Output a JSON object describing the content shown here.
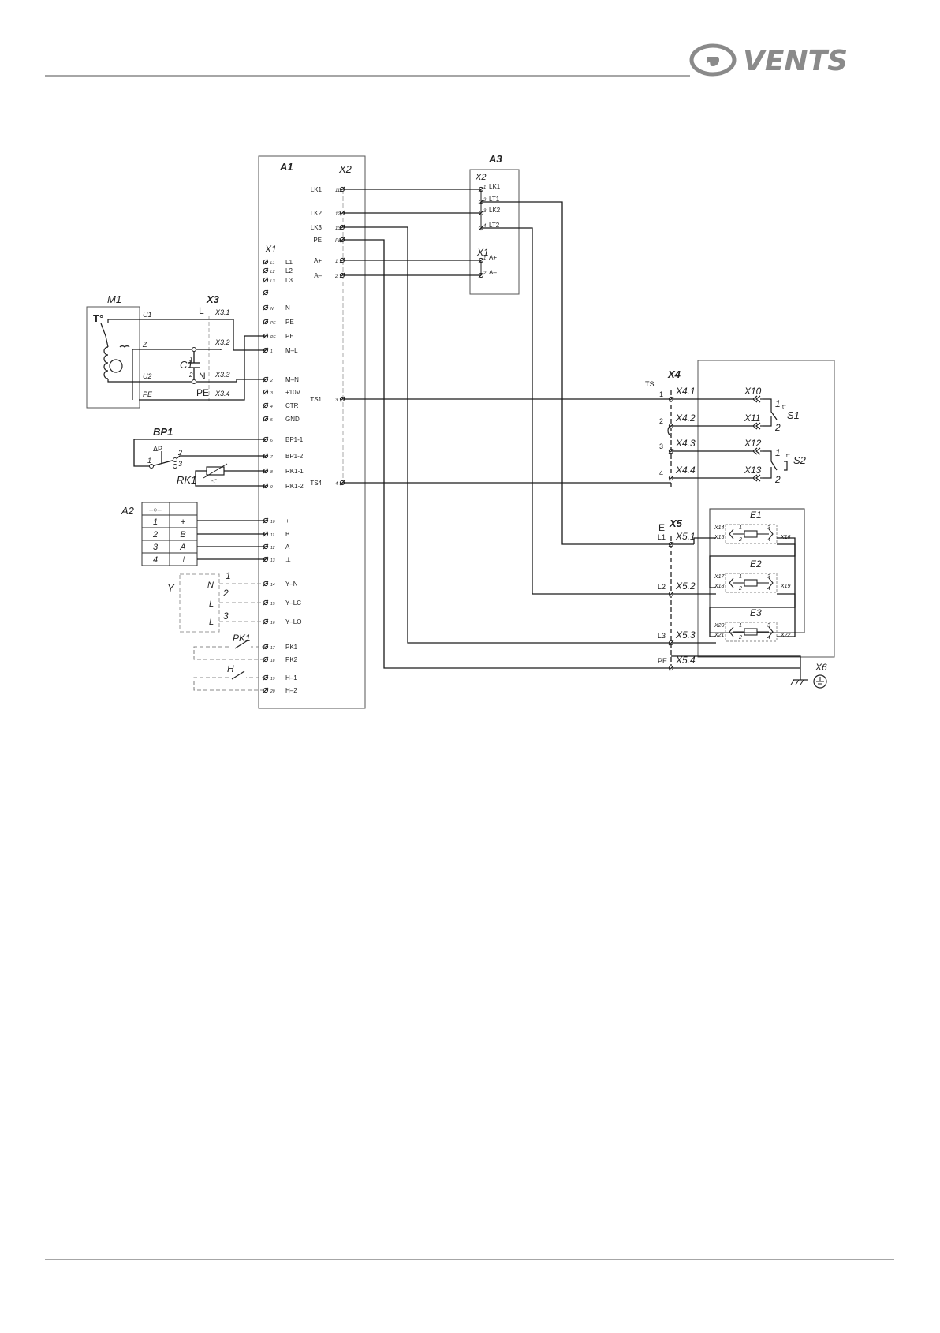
{
  "brand": "VENTS",
  "blocks": {
    "a1": "A1",
    "a1_x2": "X2",
    "a1_x1": "X1",
    "a3": "A3",
    "a3_x2": "X2",
    "a3_x1": "X1",
    "m1": "M1",
    "x3": "X3",
    "bp1": "BP1",
    "rk1": "RK1",
    "a2": "A2",
    "y": "Y",
    "pk1": "PK1",
    "h": "H",
    "x4": "X4",
    "x5": "X5",
    "x6": "X6",
    "c1": "C1",
    "s1": "S1",
    "s2": "S2",
    "e1": "E1",
    "e2": "E2",
    "e3": "E3"
  },
  "a1_x2_terminals": [
    {
      "label": "LK1",
      "pin": "11"
    },
    {
      "label": "LK2",
      "pin": "12"
    },
    {
      "label": "LK3",
      "pin": "13"
    },
    {
      "label": "PE",
      "pin": "PE"
    },
    {
      "label": "A+",
      "pin": "1"
    },
    {
      "label": "A–",
      "pin": "2"
    },
    {
      "label": "TS1",
      "pin": "3"
    },
    {
      "label": "TS4",
      "pin": "4"
    }
  ],
  "a1_x1_terminals": [
    {
      "pin": "L1",
      "label": "L1"
    },
    {
      "pin": "L2",
      "label": "L2"
    },
    {
      "pin": "L3",
      "label": "L3"
    },
    {
      "pin": "",
      "label": ""
    },
    {
      "pin": "N",
      "label": "N"
    },
    {
      "pin": "PE",
      "label": "PE"
    },
    {
      "pin": "PE",
      "label": "PE"
    },
    {
      "pin": "1",
      "label": "M–L"
    },
    {
      "pin": "2",
      "label": "M–N"
    },
    {
      "pin": "3",
      "label": "+10V"
    },
    {
      "pin": "4",
      "label": "CTR"
    },
    {
      "pin": "5",
      "label": "GND"
    },
    {
      "pin": "6",
      "label": "BP1-1"
    },
    {
      "pin": "7",
      "label": "BP1-2"
    },
    {
      "pin": "8",
      "label": "RK1-1"
    },
    {
      "pin": "9",
      "label": "RK1-2"
    },
    {
      "pin": "10",
      "label": "+"
    },
    {
      "pin": "11",
      "label": "B"
    },
    {
      "pin": "12",
      "label": "A"
    },
    {
      "pin": "13",
      "label": "⊥"
    },
    {
      "pin": "14",
      "label": "Y–N"
    },
    {
      "pin": "15",
      "label": "Y–LC"
    },
    {
      "pin": "16",
      "label": "Y–LO"
    },
    {
      "pin": "17",
      "label": "PK1"
    },
    {
      "pin": "18",
      "label": "PK2"
    },
    {
      "pin": "19",
      "label": "H–1"
    },
    {
      "pin": "20",
      "label": "H–2"
    }
  ],
  "a3_terminals": [
    {
      "pin": "1",
      "label": "LK1"
    },
    {
      "pin": "2",
      "label": "LT1"
    },
    {
      "pin": "3",
      "label": "LK2"
    },
    {
      "pin": "4",
      "label": "LT2"
    },
    {
      "pin": "1",
      "label": "A+"
    },
    {
      "pin": "2",
      "label": "A–"
    }
  ],
  "m1": {
    "t": "T°",
    "u1": "U1",
    "z": "Z",
    "u2": "U2",
    "pe": "PE"
  },
  "x3": {
    "l": "L",
    "n": "N",
    "pe": "PE",
    "x31": "X3.1",
    "x32": "X3.2",
    "x33": "X3.3",
    "x34": "X3.4"
  },
  "c1": {
    "p1": "1",
    "p2": "2"
  },
  "bp1": {
    "dp": "ΔP",
    "p1": "1",
    "p2": "2",
    "p3": "3"
  },
  "rk1": {
    "t": "-t°"
  },
  "a2_table": [
    [
      "–○–",
      ""
    ],
    [
      "1",
      "+"
    ],
    [
      "2",
      "B"
    ],
    [
      "3",
      "A"
    ],
    [
      "4",
      "⊥"
    ]
  ],
  "y": {
    "n": "N",
    "l1": "L",
    "l2": "L",
    "w1": "1",
    "w2": "2",
    "w3": "3"
  },
  "x4": {
    "ts": "TS",
    "rows": [
      "1",
      "2",
      "3",
      "4"
    ],
    "terms": [
      "X4.1",
      "X4.2",
      "X4.3",
      "X4.4"
    ]
  },
  "x5": {
    "e": "E",
    "rows": [
      "L1",
      "L2",
      "L3",
      "PE"
    ],
    "terms": [
      "X5.1",
      "X5.2",
      "X5.3",
      "X5.4"
    ]
  },
  "connectors": [
    "X10",
    "X11",
    "X12",
    "X13"
  ],
  "s1": {
    "p1": "1",
    "p2": "2",
    "t": "t°"
  },
  "s2": {
    "p1": "1",
    "p2": "2",
    "t": "t°"
  },
  "heaters": [
    {
      "in1": "X14",
      "in2": "X15",
      "out": "X16"
    },
    {
      "in1": "X17",
      "in2": "X18",
      "out": "X19"
    },
    {
      "in1": "X20",
      "in2": "X21",
      "out": "X22"
    }
  ],
  "heater_pins": [
    "1",
    "2",
    "3",
    "4"
  ],
  "colors": {
    "line": "#1a1a1a",
    "dashed": "#9a9a9a",
    "logo": "#8a8a8a",
    "rule": "#888888"
  }
}
